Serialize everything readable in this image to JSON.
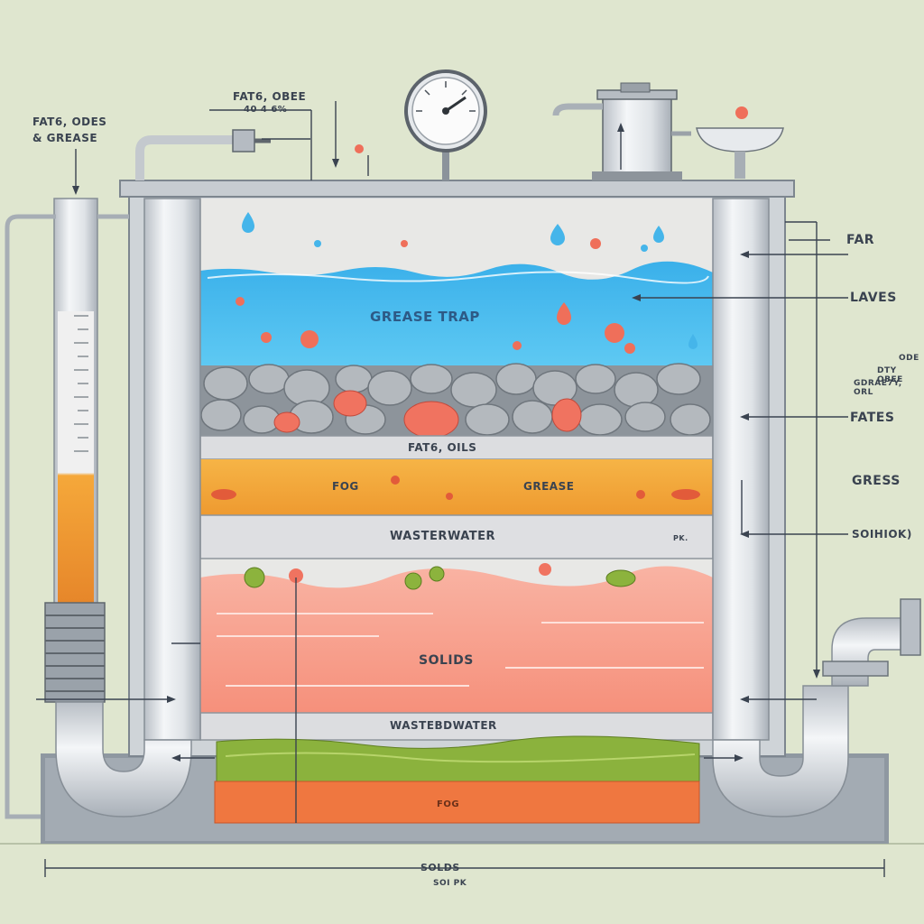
{
  "labels": {
    "top_left_1": "FAT6, ODES",
    "top_left_2": "& GREASE",
    "top_center_1": "FAT6, OBEE",
    "top_center_2": "40 4 6%",
    "right_far": "FAR",
    "right_laves": "LAVES",
    "right_small_1": "ODE",
    "right_small_2": "DTY OBEE",
    "right_small_3": "GDRAE7Y, ORL",
    "right_fates": "FATES",
    "right_gress": "GRESS",
    "right_soihiok": "SOIHIOK)",
    "grease_trap": "GREASE TRAP",
    "fats_oils": "FAT6, OILS",
    "fog_1": "FOG",
    "grease": "GREASE",
    "wastewater_1": "WASTERWATER",
    "pk": "PK.",
    "solids": "SOLIDS",
    "wastewater_2": "WASTEBDWATER",
    "fog_2": "FOG",
    "bottom_1": "SOLDS",
    "bottom_2": "SOI PK"
  },
  "colors": {
    "background": "#dfe6cf",
    "water": "#45b8ec",
    "fog_layer": "#f3a53a",
    "solids": "#f7a797",
    "green_layer": "#8bb23d",
    "orange_layer": "#ef7740",
    "pipe": "#e4e7ea",
    "tank_frame": "#9aa2ab"
  }
}
